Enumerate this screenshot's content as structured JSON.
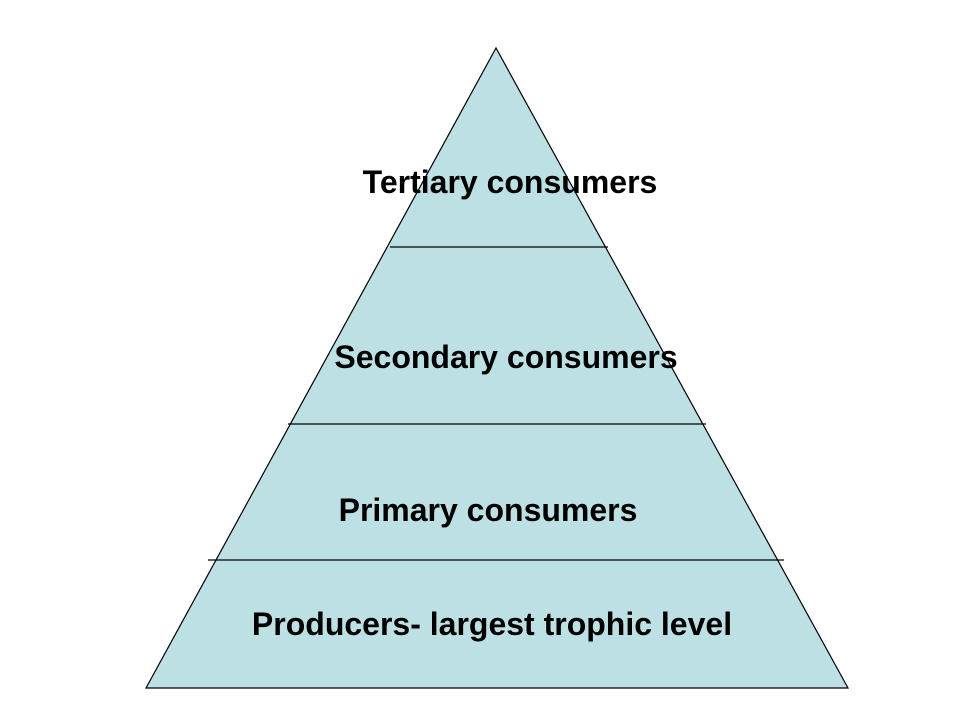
{
  "diagram": {
    "type": "trophic-pyramid",
    "fill_color": "#bde0e4",
    "stroke_color": "#000000",
    "background_color": "#ffffff",
    "levels": [
      {
        "label": "Tertiary consumers"
      },
      {
        "label": "Secondary consumers"
      },
      {
        "label": "Primary consumers"
      },
      {
        "label": "Producers- largest trophic level"
      }
    ]
  }
}
